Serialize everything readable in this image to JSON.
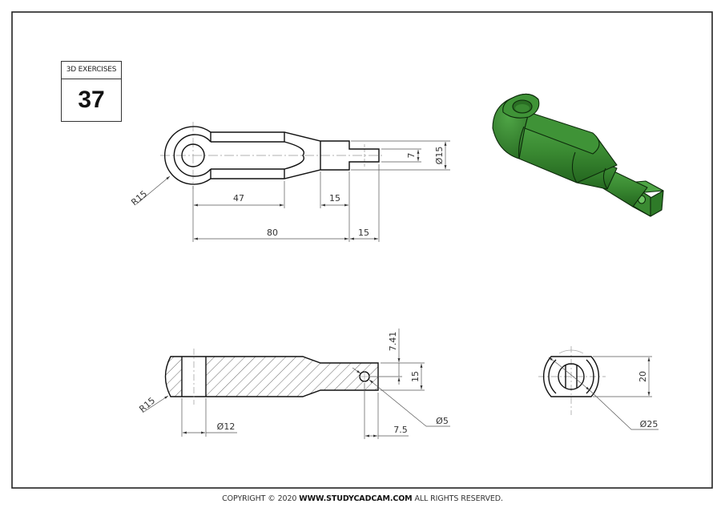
{
  "badge": {
    "label": "3D EXERCISES",
    "number": "37"
  },
  "top_view": {
    "dimensions": {
      "radius": "R15",
      "length_slot": "47",
      "length_taper_step": "15",
      "length_overall": "80",
      "length_tip": "15",
      "tip_width": "7",
      "diameter_shank": "Ø15"
    }
  },
  "section_view": {
    "dimensions": {
      "radius": "R15",
      "hole_diameter": "Ø12",
      "pin_hole_offset_vertical": "7.41",
      "tip_height": "15",
      "pin_hole_diameter": "Ø5",
      "pin_hole_offset_horizontal": "7.5"
    }
  },
  "end_view": {
    "dimensions": {
      "flat_height": "20",
      "outer_diameter": "Ø25"
    }
  },
  "isometric_view": {
    "color": "#3a8a32",
    "shade_dark": "#24661f",
    "shade_light": "#4fa546"
  },
  "footer": {
    "prefix": "COPYRIGHT © 2020",
    "site": "WWW.STUDYCADCAM.COM",
    "suffix": "ALL RIGHTS RESERVED."
  }
}
